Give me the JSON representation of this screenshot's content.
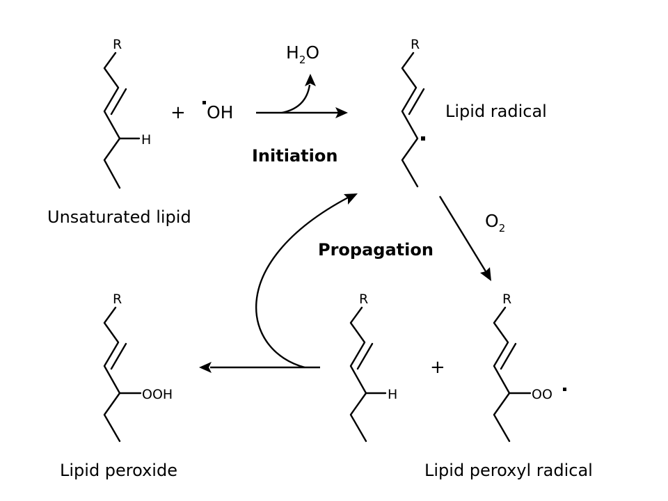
{
  "labels": {
    "unsaturated_lipid": "Unsaturated lipid",
    "lipid_radical": "Lipid radical",
    "lipid_peroxide": "Lipid peroxide",
    "lipid_peroxyl_radical": "Lipid peroxyl radical",
    "initiation": "Initiation",
    "propagation": "Propagation"
  },
  "reagents": {
    "hydroxyl": "OH",
    "water_h": "H",
    "water_sub": "2",
    "water_o": "O",
    "oxygen_o": "O",
    "oxygen_sub": "2",
    "plus": "+"
  },
  "atoms": {
    "r": "R",
    "h": "H",
    "ooh": "OOH",
    "oo": "OO"
  }
}
